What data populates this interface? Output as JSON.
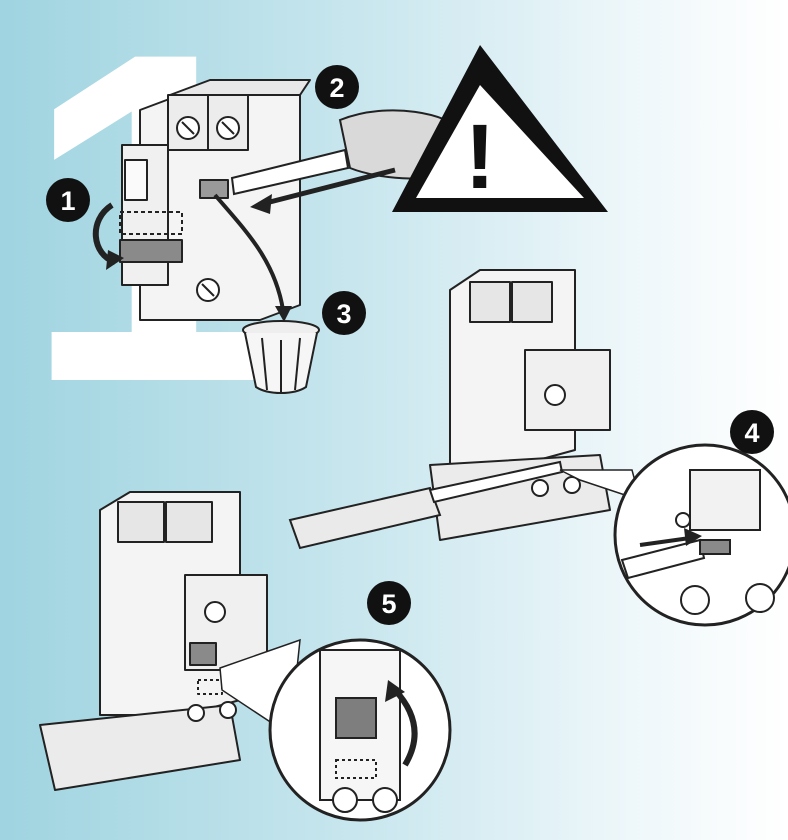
{
  "illustration": {
    "big_step": "1",
    "badges": [
      "1",
      "2",
      "3",
      "4",
      "5"
    ],
    "warning_symbol": "!",
    "colors": {
      "background_left": "#9fd4e0",
      "background_right": "#ffffff",
      "badge_fill": "#111111",
      "badge_text": "#ffffff",
      "line_art": "#222222",
      "part_fill": "#f4f4f4"
    }
  }
}
